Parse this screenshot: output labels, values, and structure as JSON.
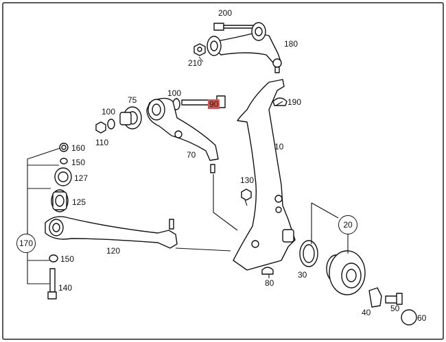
{
  "diagram": {
    "highlight_color": "#d9534f",
    "labels": {
      "p200": "200",
      "p180": "180",
      "p210": "210",
      "p100a": "100",
      "p90": "90",
      "p190": "190",
      "p75": "75",
      "p100b": "100",
      "p110": "110",
      "p70": "70",
      "p10": "10",
      "p160": "160",
      "p150a": "150",
      "p127": "127",
      "p125": "125",
      "p130": "130",
      "p120": "120",
      "p150b": "150",
      "p140": "140",
      "p80": "80",
      "p30": "30",
      "p40": "40",
      "p50": "50",
      "p60": "60"
    },
    "callouts": {
      "c170": "170",
      "c20": "20"
    }
  }
}
